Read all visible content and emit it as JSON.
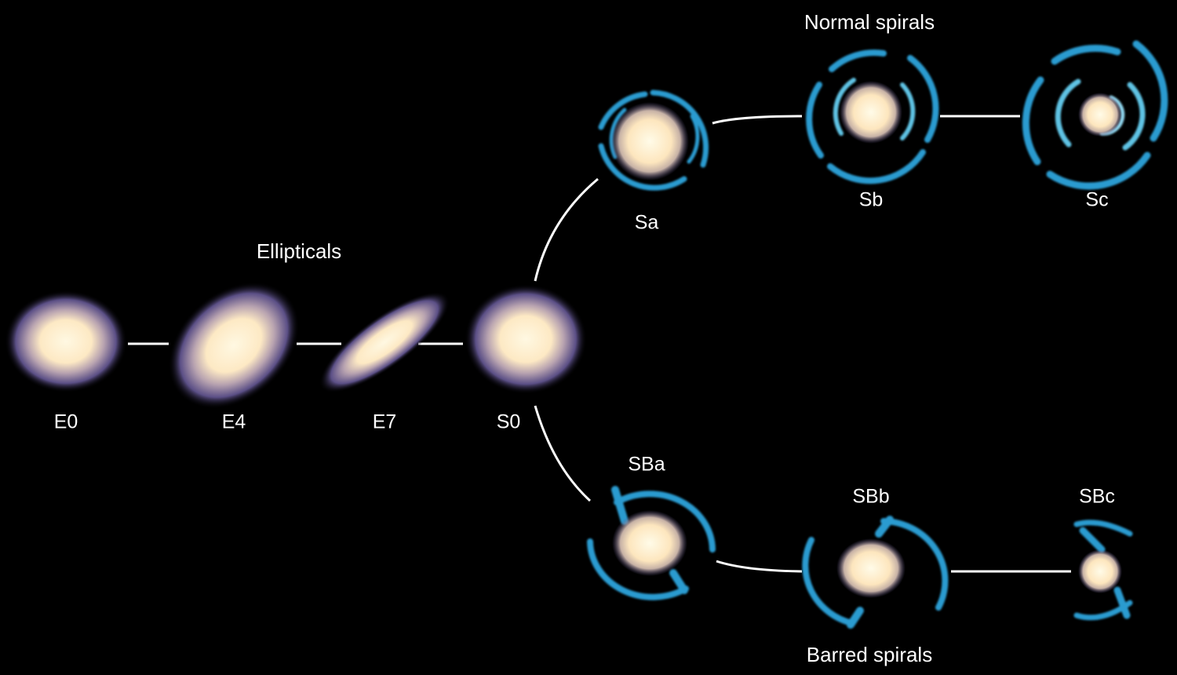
{
  "groups": {
    "ellipticals": "Ellipticals",
    "normal_spirals": "Normal spirals",
    "barred_spirals": "Barred spirals"
  },
  "galaxies": {
    "e0": "E0",
    "e4": "E4",
    "e7": "E7",
    "s0": "S0",
    "sa": "Sa",
    "sb": "Sb",
    "sc": "Sc",
    "sba": "SBa",
    "sbb": "SBb",
    "sbc": "SBc"
  },
  "colors": {
    "background": "#000000",
    "core": "#fff6dc",
    "halo": "#4a3f7a",
    "spiral_arm": "#2a9bd0",
    "connector": "#ffffff",
    "label": "#ffffff"
  }
}
